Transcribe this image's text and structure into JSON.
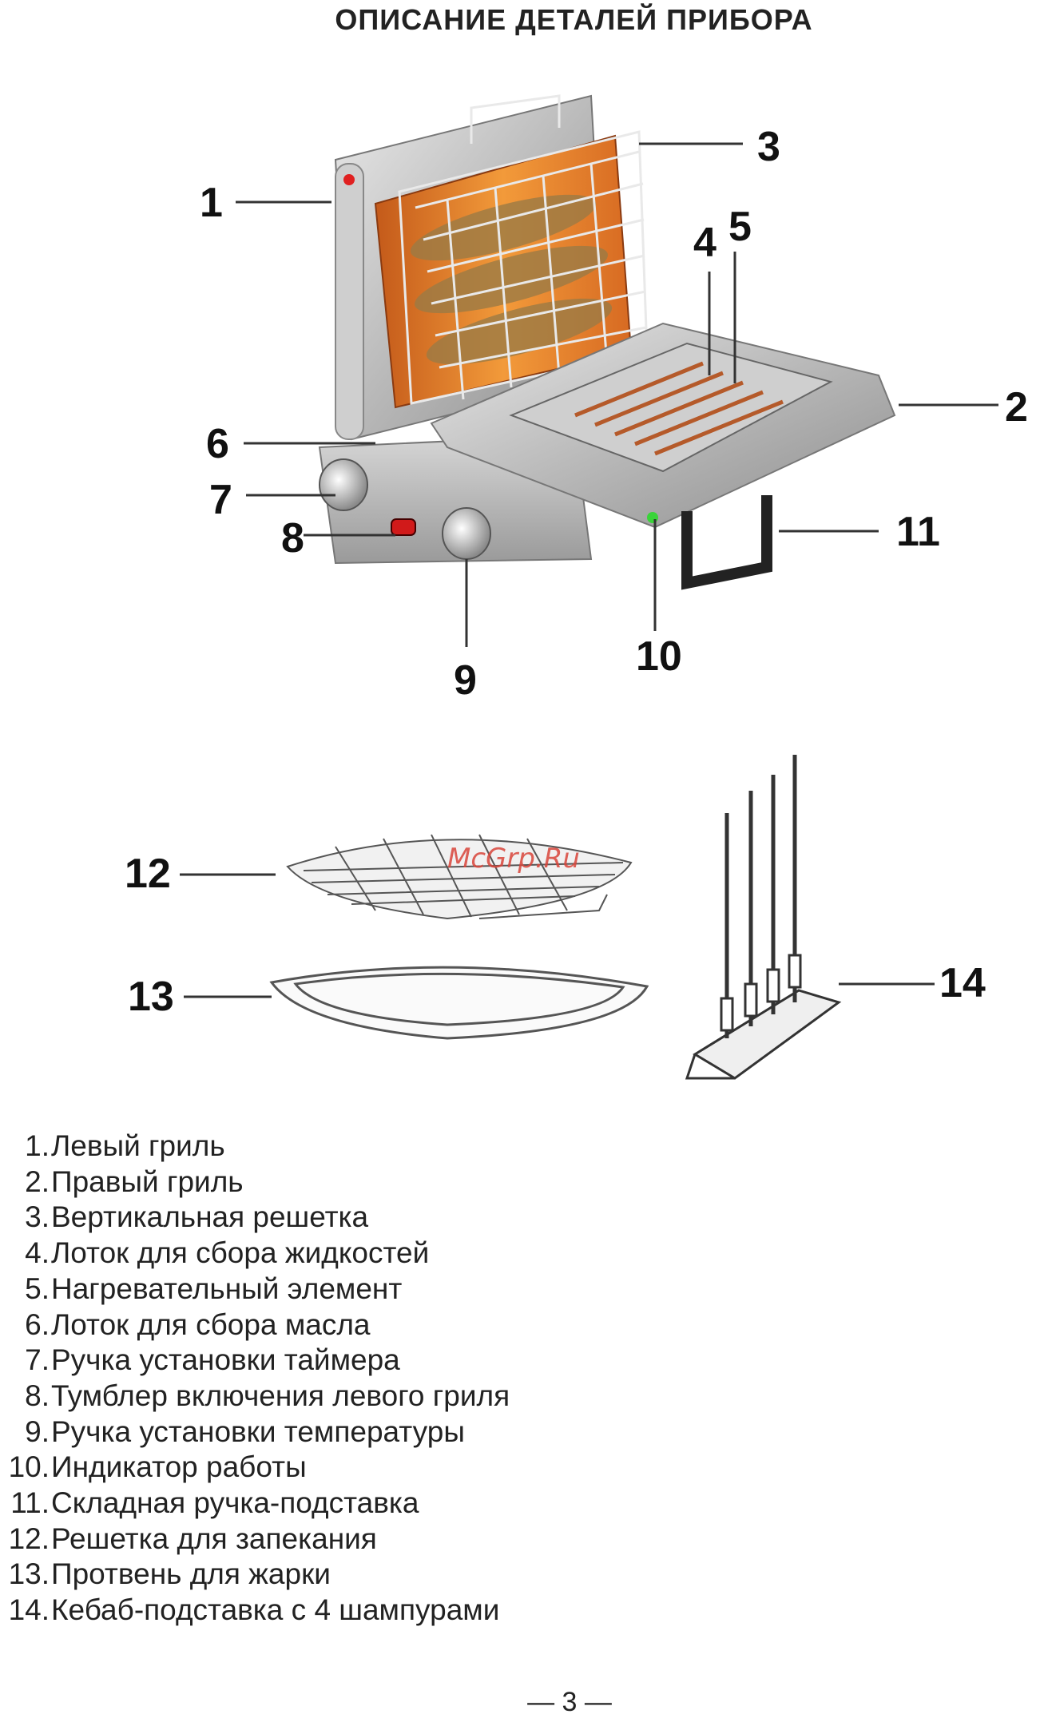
{
  "heading": "ОПИСАНИЕ ДЕТАЛЕЙ ПРИБОРА",
  "watermark": "McGrp.Ru",
  "callouts": [
    "1",
    "2",
    "3",
    "4",
    "5",
    "6",
    "7",
    "8",
    "9",
    "10",
    "11",
    "12",
    "13",
    "14"
  ],
  "legend": [
    {
      "num": "1.",
      "text": "Левый гриль"
    },
    {
      "num": "2.",
      "text": "Правый гриль"
    },
    {
      "num": "3.",
      "text": "Вертикальная решетка"
    },
    {
      "num": "4.",
      "text": "Лоток для сбора жидкостей"
    },
    {
      "num": "5.",
      "text": "Нагревательный элемент"
    },
    {
      "num": "6.",
      "text": "Лоток для сбора масла"
    },
    {
      "num": "7.",
      "text": "Ручка установки таймера"
    },
    {
      "num": "8.",
      "text": "Тумблер включения левого гриля"
    },
    {
      "num": "9.",
      "text": "Ручка установки температуры"
    },
    {
      "num": "10.",
      "text": "Индикатор работы"
    },
    {
      "num": "11.",
      "text": "Складная ручка-подставка"
    },
    {
      "num": "12.",
      "text": "Решетка для запекания"
    },
    {
      "num": "13.",
      "text": "Протвень для жарки"
    },
    {
      "num": "14.",
      "text": "Кебаб-подставка с 4 шампурами"
    }
  ],
  "page_number": "— 3 —"
}
